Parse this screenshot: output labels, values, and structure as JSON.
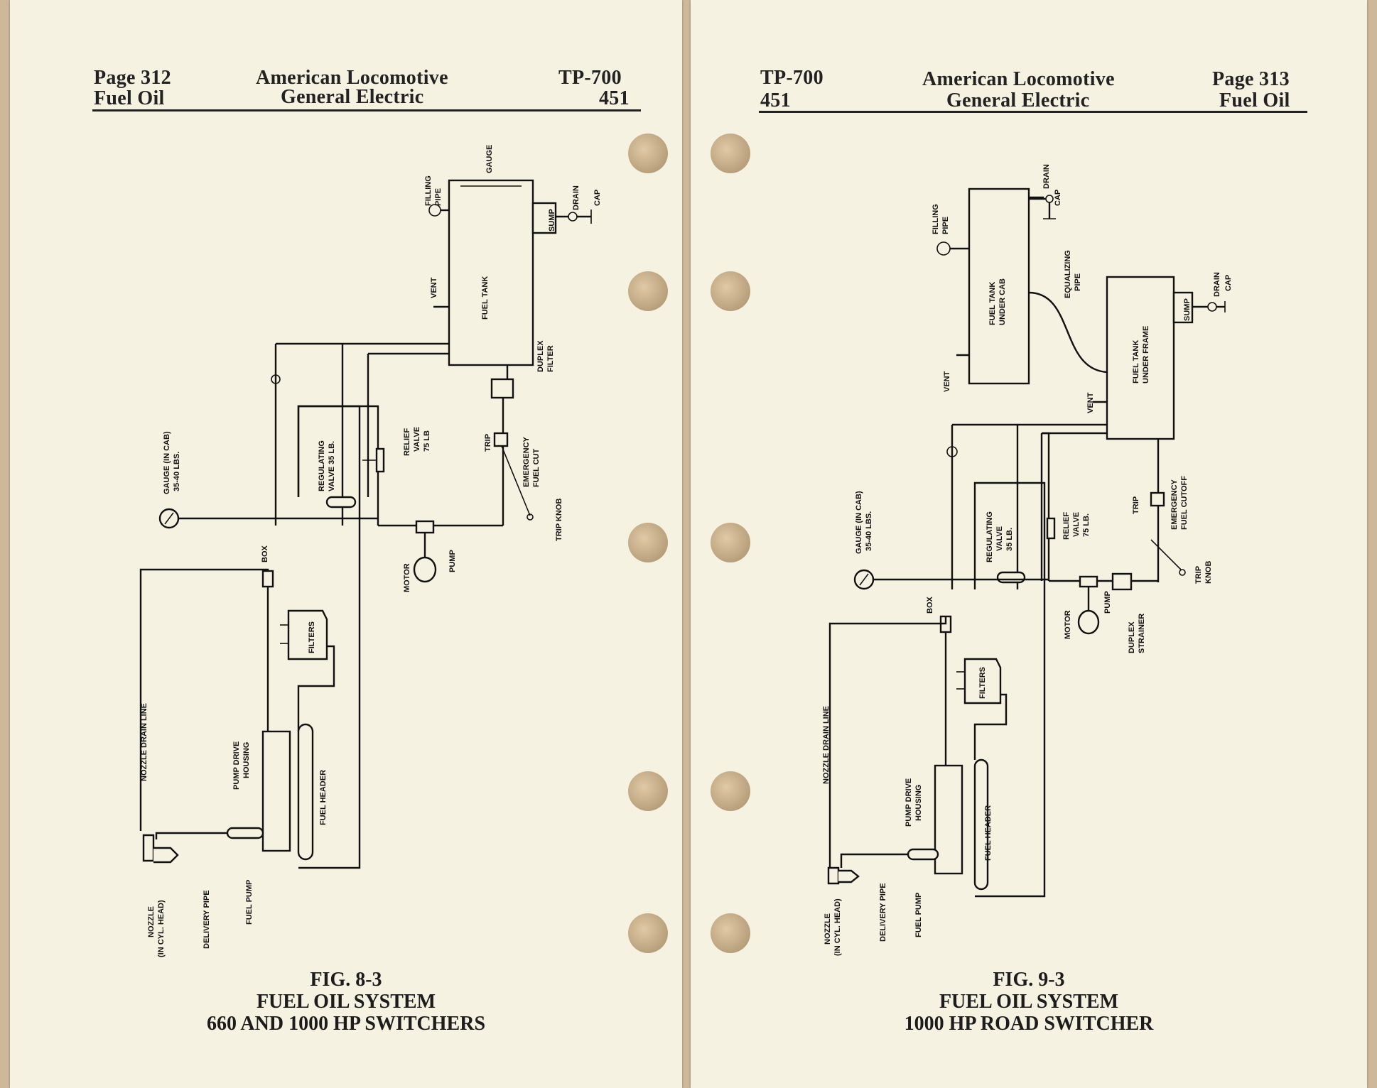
{
  "left_page": {
    "header": {
      "page": "Page 312",
      "section": "Fuel Oil",
      "company_line1": "American Locomotive",
      "company_line2": "General Electric",
      "doc": "TP-700",
      "doc_num": "451"
    },
    "labels": {
      "gauge": "GAUGE",
      "filling_pipe_1": "FILLING",
      "filling_pipe_2": "PIPE",
      "drain": "DRAIN",
      "cap": "CAP",
      "sump": "SUMP",
      "vent": "VENT",
      "fuel_tank": "FUEL TANK",
      "duplex_filter_1": "DUPLEX",
      "duplex_filter_2": "FILTER",
      "gauge_cab_1": "GAUGE (IN CAB)",
      "gauge_cab_2": "35-40 LBS.",
      "regulating_1": "REGULATING",
      "regulating_2": "VALVE 35 LB.",
      "relief_1": "RELIEF",
      "relief_2": "VALVE",
      "relief_3": "75 LB",
      "trip": "TRIP",
      "emergency_1": "EMERGENCY",
      "emergency_2": "FUEL CUT",
      "trip_knob": "TRIP KNOB",
      "box": "BOX",
      "motor": "MOTOR",
      "pump": "PUMP",
      "filters": "FILTERS",
      "nozzle_drain": "NOZZLE DRAIN LINE",
      "pump_drive_1": "PUMP DRIVE",
      "pump_drive_2": "HOUSING",
      "fuel_header": "FUEL HEADER",
      "nozzle_1": "NOZZLE",
      "nozzle_2": "(IN CYL. HEAD)",
      "delivery_pipe": "DELIVERY PIPE",
      "fuel_pump": "FUEL PUMP"
    },
    "caption": {
      "fig": "FIG. 8-3",
      "line1": "FUEL OIL SYSTEM",
      "line2": "660 AND 1000 HP SWITCHERS"
    }
  },
  "right_page": {
    "header": {
      "doc": "TP-700",
      "doc_num": "451",
      "company_line1": "American Locomotive",
      "company_line2": "General Electric",
      "page": "Page 313",
      "section": "Fuel Oil"
    },
    "labels": {
      "drain": "DRAIN",
      "cap": "CAP",
      "filling_pipe_1": "FILLING",
      "filling_pipe_2": "PIPE",
      "tank_cab_1": "FUEL TANK",
      "tank_cab_2": "UNDER CAB",
      "equalizing_1": "EQUALIZING",
      "equalizing_2": "PIPE",
      "sump": "SUMP",
      "tank_frame_1": "FUEL TANK",
      "tank_frame_2": "UNDER FRAME",
      "vent": "VENT",
      "gauge_cab_1": "GAUGE (IN CAB)",
      "gauge_cab_2": "35-40 LBS.",
      "regulating_1": "REGULATING",
      "regulating_2": "VALVE",
      "regulating_3": "35 LB.",
      "relief_1": "RELIEF",
      "relief_2": "VALVE",
      "relief_3": "75 LB.",
      "trip": "TRIP",
      "emergency_1": "EMERGENCY",
      "emergency_2": "FUEL CUTOFF",
      "trip_knob_1": "TRIP",
      "trip_knob_2": "KNOB",
      "box": "BOX",
      "motor": "MOTOR",
      "pump": "PUMP",
      "duplex_strainer_1": "DUPLEX",
      "duplex_strainer_2": "STRAINER",
      "filters": "FILTERS",
      "nozzle_drain": "NOZZLE DRAIN LINE",
      "pump_drive_1": "PUMP DRIVE",
      "pump_drive_2": "HOUSING",
      "fuel_header": "FUEL HEADER",
      "nozzle_1": "NOZZLE",
      "nozzle_2": "(IN CYL. HEAD)",
      "delivery_pipe": "DELIVERY PIPE",
      "fuel_pump": "FUEL PUMP"
    },
    "caption": {
      "fig": "FIG. 9-3",
      "line1": "FUEL OIL SYSTEM",
      "line2": "1000 HP ROAD SWITCHER"
    }
  }
}
